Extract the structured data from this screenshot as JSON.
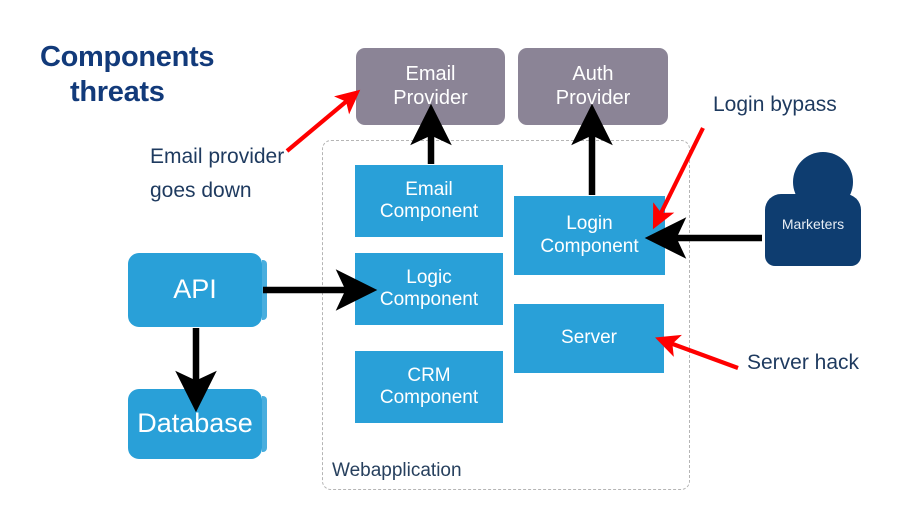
{
  "title": {
    "line1": "Components",
    "line2": "threats"
  },
  "annotations": [
    {
      "id": "email-provider-down",
      "text": "Email provider",
      "text2": "goes down",
      "color": "#ff0000"
    },
    {
      "id": "login-bypass",
      "text": "Login bypass",
      "color": "#ff0000"
    },
    {
      "id": "server-hack",
      "text": "Server hack",
      "color": "#ff0000"
    }
  ],
  "external_services": [
    {
      "id": "email-provider",
      "line1": "Email",
      "line2": "Provider",
      "color": "#8b8496"
    },
    {
      "id": "auth-provider",
      "line1": "Auth",
      "line2": "Provider",
      "color": "#8b8496"
    }
  ],
  "webapp": {
    "label": "Webapplication",
    "components": [
      {
        "id": "email-component",
        "line1": "Email",
        "line2": "Component",
        "color": "#29a0d8"
      },
      {
        "id": "logic-component",
        "line1": "Logic",
        "line2": "Component",
        "color": "#29a0d8"
      },
      {
        "id": "crm-component",
        "line1": "CRM",
        "line2": "Component",
        "color": "#29a0d8"
      },
      {
        "id": "login-component",
        "line1": "Login",
        "line2": "Component",
        "color": "#29a0d8"
      },
      {
        "id": "server",
        "line1": "Server",
        "line2": "",
        "color": "#29a0d8"
      }
    ]
  },
  "backend": [
    {
      "id": "api",
      "label": "API",
      "color": "#29a0d8"
    },
    {
      "id": "database",
      "label": "Database",
      "color": "#29a0d8"
    }
  ],
  "actors": [
    {
      "id": "marketers",
      "label": "Marketers",
      "color": "#0e3d70"
    }
  ],
  "colors": {
    "blue": "#29a0d8",
    "purple": "#8b8496",
    "navy": "#0e3d70",
    "title_navy": "#123a7a",
    "red": "#ff0000",
    "dashed_gray": "#b5b5b5",
    "background": "#ffffff"
  }
}
